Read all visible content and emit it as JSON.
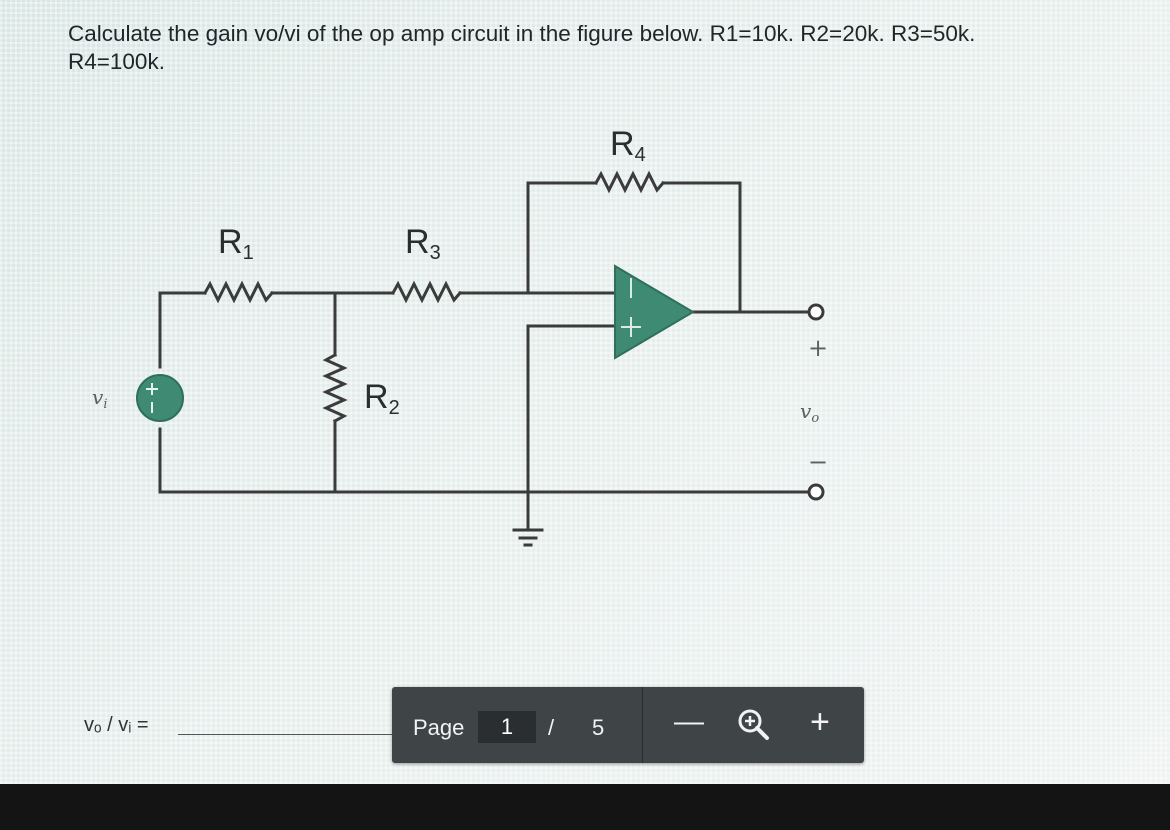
{
  "question": {
    "line1": "Calculate the gain vo/vi of the op amp circuit in the figure below. R1=10k.  R2=20k. R3=50k.",
    "line2": "R4=100k."
  },
  "circuit": {
    "r1_main": "R",
    "r1_sub": "1",
    "r2_main": "R",
    "r2_sub": "2",
    "r3_main": "R",
    "r3_sub": "3",
    "r4_main": "R",
    "r4_sub": "4",
    "vi_label": "v",
    "vi_sub": "i",
    "vo_label": "v",
    "vo_sub": "o",
    "plus_sign": "+",
    "minus_sign": "−",
    "circuit_color": "#3f8a72",
    "wire_color": "#3b3b3b"
  },
  "answer": {
    "label": "vₒ / vᵢ ="
  },
  "toolbar": {
    "page_label": "Page",
    "current_page": "1",
    "slash": "/",
    "total_pages": "5",
    "zoom_out": "—",
    "zoom_in": "+",
    "zoom_icon": "zoom-magnifier-icon"
  },
  "colors": {
    "toolbar_bg": "#3f4447",
    "bezel": "#141414"
  }
}
